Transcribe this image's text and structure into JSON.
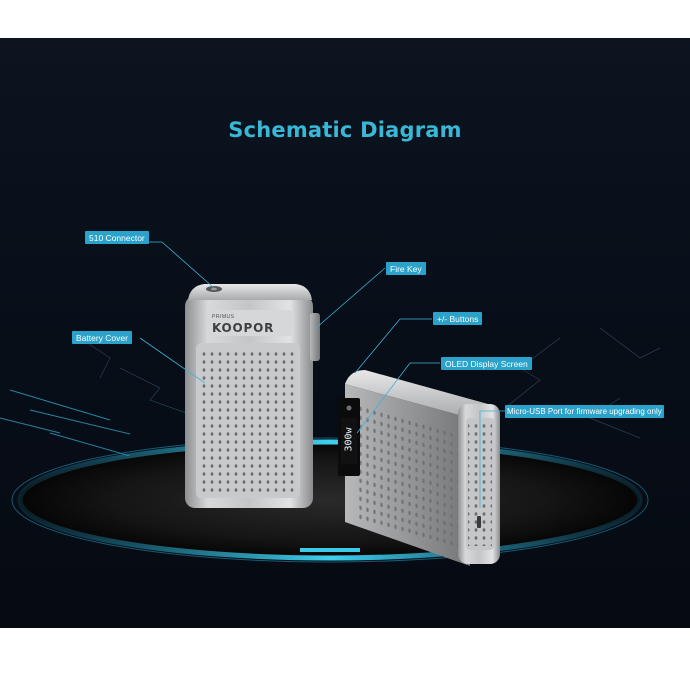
{
  "title": "Schematic Diagram",
  "labels": {
    "connector": "510 Connector",
    "fire_key": "Fire Key",
    "battery_cover": "Battery Cover",
    "buttons": "+/- Buttons",
    "oled": "OLED Display Screen",
    "usb": "Micro-USB Port for firmware upgrading only"
  },
  "device": {
    "brand_small": "PRIMUS",
    "brand_logo": "KOOPOR",
    "oled_value": "300w"
  },
  "colors": {
    "accent": "#2aa2c9",
    "title": "#39b8d6",
    "background": "#08101b"
  }
}
